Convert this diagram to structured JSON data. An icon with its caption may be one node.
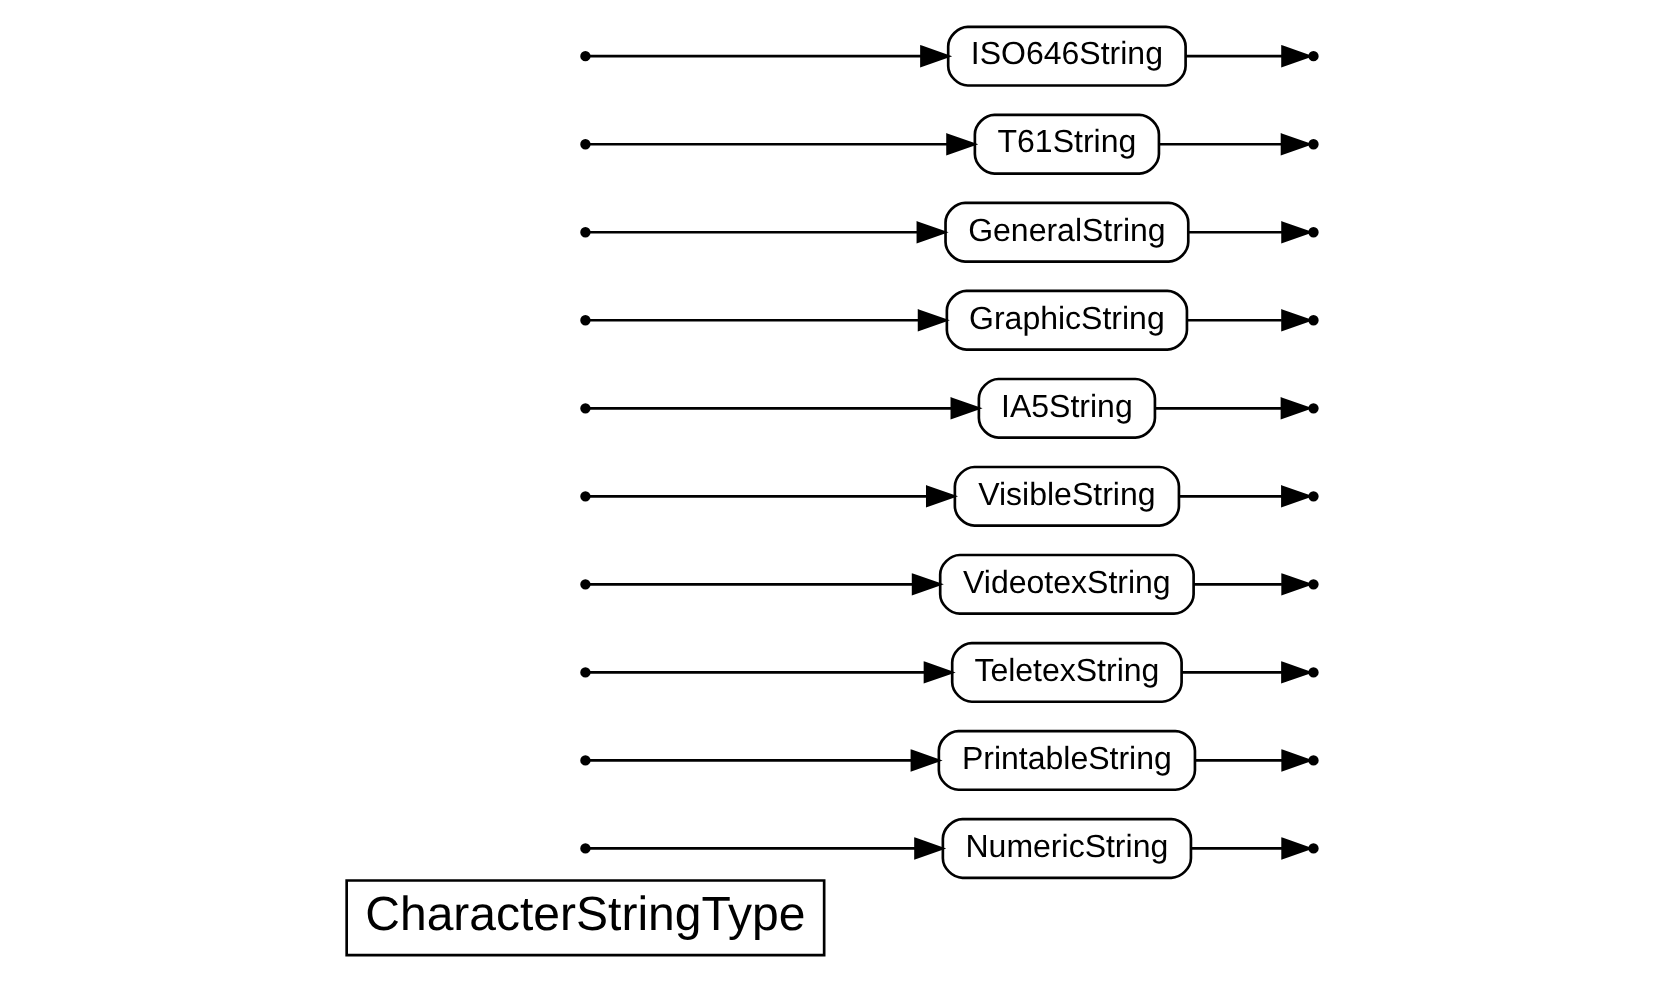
{
  "diagram": {
    "nodes": [
      {
        "text": [
          "CharacterStringType"
        ]
      },
      {
        "text": [
          "NumericString"
        ]
      },
      {
        "text": [
          "PrintableString"
        ]
      },
      {
        "text": [
          "TeletexString"
        ]
      },
      {
        "text": [
          "VideotexString"
        ]
      },
      {
        "text": [
          "VisibleString"
        ]
      },
      {
        "text": [
          "IA5String"
        ]
      },
      {
        "text": [
          "GraphicString"
        ]
      },
      {
        "text": [
          "GeneralString"
        ]
      },
      {
        "text": [
          "T61String"
        ]
      },
      {
        "text": [
          "ISO646String"
        ]
      }
    ],
    "edges": [
      {
        "from": null,
        "to": 1,
        "arrow": "to"
      },
      {
        "from": null,
        "to": 2,
        "arrow": "to"
      },
      {
        "from": null,
        "to": 3,
        "arrow": "to"
      },
      {
        "from": null,
        "to": 4,
        "arrow": "to"
      },
      {
        "from": null,
        "to": 5,
        "arrow": "to"
      },
      {
        "from": null,
        "to": 6,
        "arrow": "to"
      },
      {
        "from": null,
        "to": 7,
        "arrow": "to"
      },
      {
        "from": null,
        "to": 8,
        "arrow": "to"
      },
      {
        "from": null,
        "to": 9,
        "arrow": "to"
      },
      {
        "from": null,
        "to": 10,
        "arrow": "to"
      },
      {
        "from": 1,
        "to": null,
        "arrow": "to"
      },
      {
        "from": 2,
        "to": null,
        "arrow": "to"
      },
      {
        "from": 3,
        "to": null,
        "arrow": "to"
      },
      {
        "from": 4,
        "to": null,
        "arrow": "to"
      },
      {
        "from": 5,
        "to": null,
        "arrow": "to"
      },
      {
        "from": 6,
        "to": null,
        "arrow": "to"
      },
      {
        "from": 7,
        "to": null,
        "arrow": "to"
      },
      {
        "from": 8,
        "to": null,
        "arrow": "to"
      },
      {
        "from": 9,
        "to": null,
        "arrow": "to"
      },
      {
        "from": 10,
        "to": null,
        "arrow": "to"
      }
    ]
  }
}
